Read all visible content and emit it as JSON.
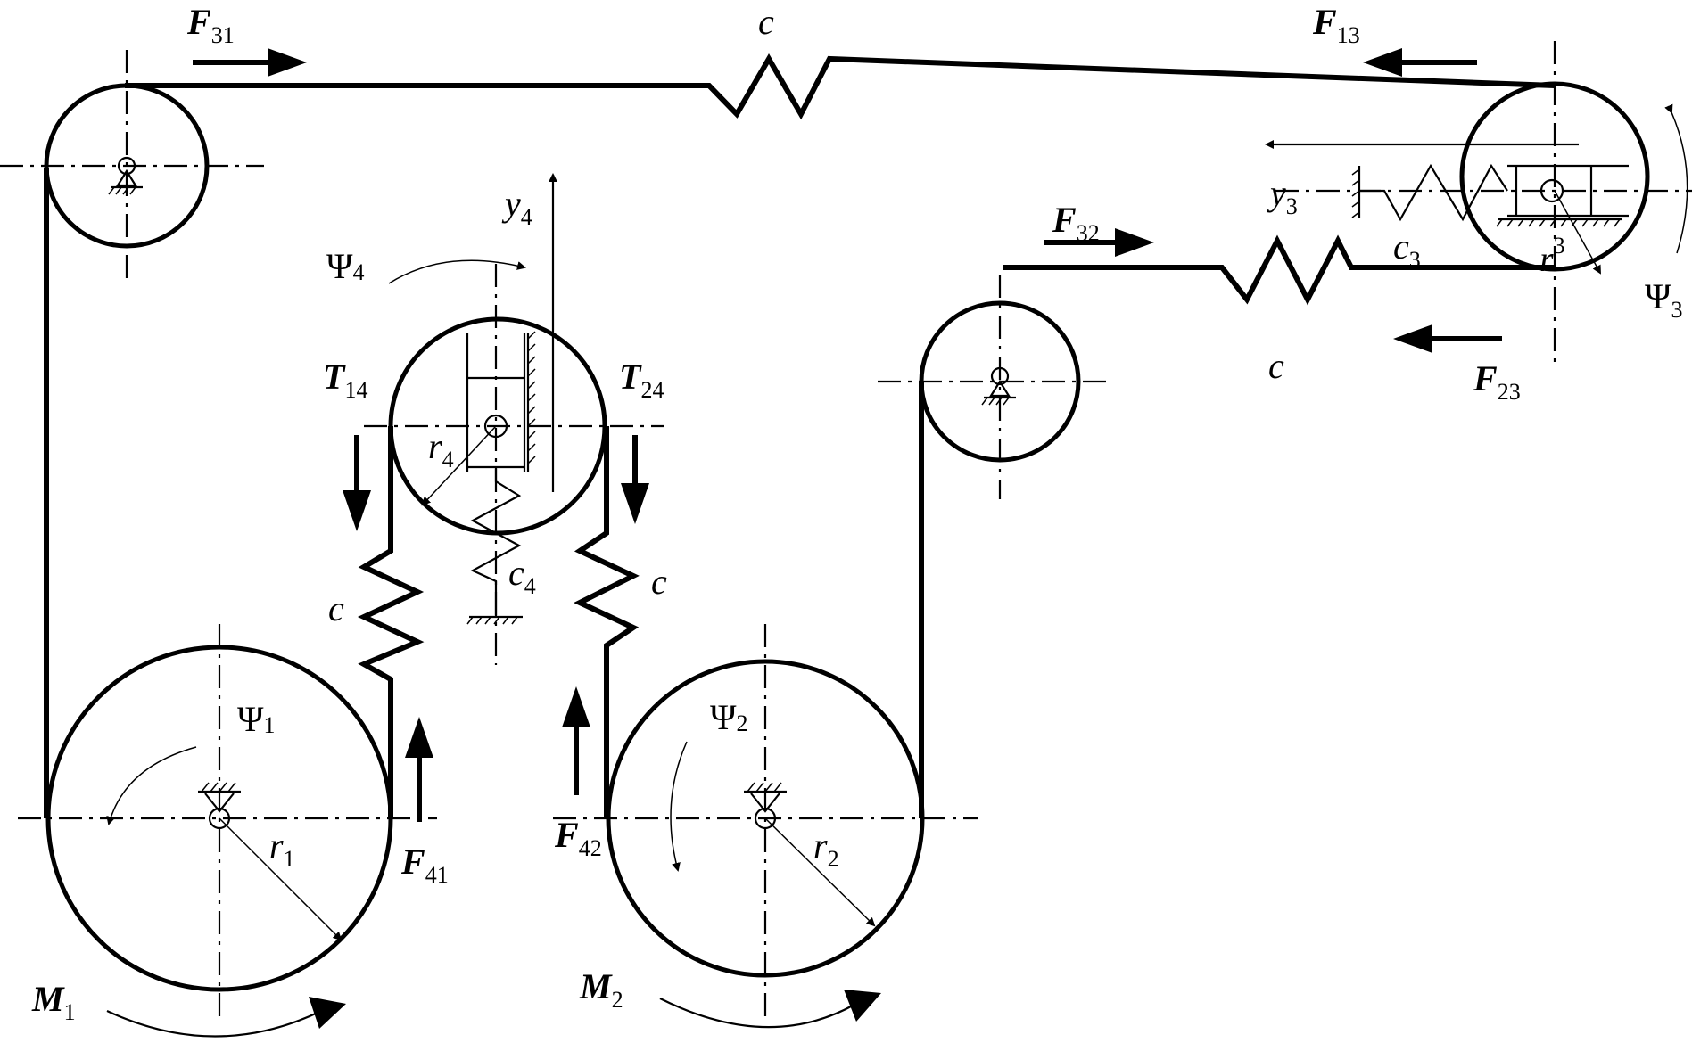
{
  "diagram": {
    "labels": {
      "F31": {
        "main": "F",
        "sub": "31"
      },
      "F13": {
        "main": "F",
        "sub": "13"
      },
      "F32": {
        "main": "F",
        "sub": "32"
      },
      "F23": {
        "main": "F",
        "sub": "23"
      },
      "F41": {
        "main": "F",
        "sub": "41"
      },
      "F42": {
        "main": "F",
        "sub": "42"
      },
      "T14": {
        "main": "T",
        "sub": "14"
      },
      "T24": {
        "main": "T",
        "sub": "24"
      },
      "M1": {
        "main": "M",
        "sub": "1"
      },
      "M2": {
        "main": "M",
        "sub": "2"
      },
      "psi1": {
        "main": "Ψ",
        "sub": "1"
      },
      "psi2": {
        "main": "Ψ",
        "sub": "2"
      },
      "psi3": {
        "main": "Ψ",
        "sub": "3"
      },
      "psi4": {
        "main": "Ψ",
        "sub": "4"
      },
      "r1": {
        "main": "r",
        "sub": "1"
      },
      "r2": {
        "main": "r",
        "sub": "2"
      },
      "r3": {
        "main": "r",
        "sub": "3"
      },
      "r4": {
        "main": "r",
        "sub": "4"
      },
      "y3": {
        "main": "y",
        "sub": "3"
      },
      "y4": {
        "main": "y",
        "sub": "4"
      },
      "c3": {
        "main": "c",
        "sub": "3"
      },
      "c4": {
        "main": "c",
        "sub": "4"
      },
      "c_top": "c",
      "c_right": "c",
      "c_left": "c",
      "c_mid": "c"
    }
  }
}
